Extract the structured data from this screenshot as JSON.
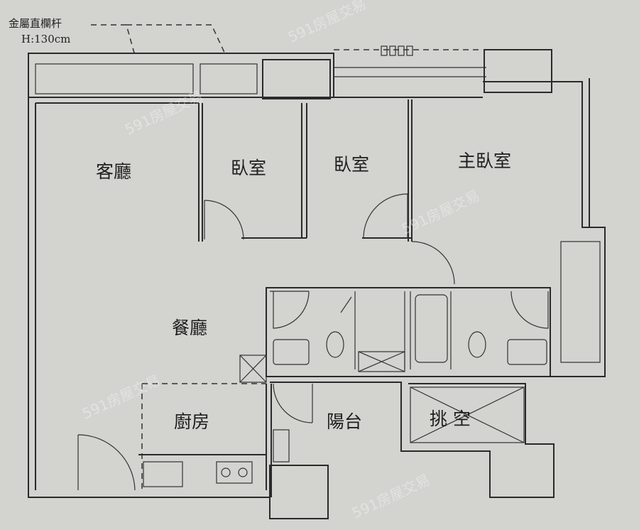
{
  "title_note": {
    "line1": "金屬直欄杆",
    "line2": "H:130cm"
  },
  "rooms": {
    "living": "客廳",
    "bedroom1": "臥室",
    "bedroom2": "臥室",
    "master": "主臥室",
    "dining": "餐廳",
    "kitchen": "廚房",
    "balcony": "陽台",
    "void": "挑 空"
  },
  "watermark": "591房屋交易"
}
